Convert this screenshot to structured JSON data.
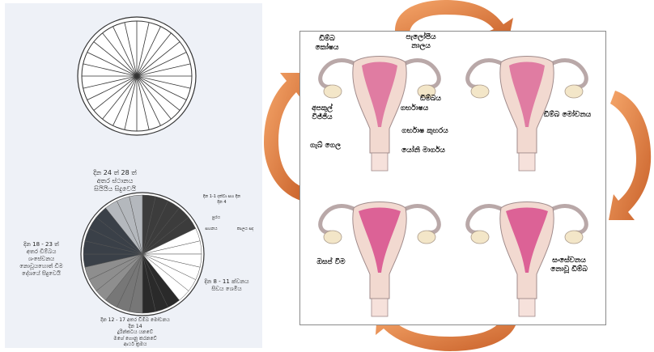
{
  "colors": {
    "panel_bg": "#eef1f7",
    "arrow": "#e07b3a",
    "tissue": "#f2d9d0",
    "lining": "#d9548f"
  },
  "left_panel": {
    "wheel_top": {
      "segments": 28
    },
    "wheel_bottom": {
      "segments": 28,
      "labels": {
        "top": "දින 24 ත් 28 ත්\nඅතර ස්ථානය\nසියියිය සිදුවෙයි",
        "right_top": "දින 1-1 දක්වා සහ දින\nදින 4",
        "right_1": "පුරය",
        "right_2": "සහනය",
        "right_3": "කාලය සද",
        "left": "දින 18 - 23 ත්\nඅතර ඩිම්බය\nශංසේචනය\nනොවූයහොත් ඩිම\nදේශයේ සිදුවෙයි",
        "right_bottom": "දින 8 - 11 ක්වනය\nසිඩය ශෙමිය",
        "bottom": "දින 12 - 17 අතර ඩිම්බ මෝචනය\nදින 14\nදුරින්කටය යනවේ\nමශේ ගොනු කරනවේ\nආර්ථ ක්‍රමය"
      }
    }
  },
  "right_panel": {
    "labels": {
      "ovarian_follicle": "ඩිම්බ\nකෝෂය",
      "fallopian_tube": "පැලෝපීය\nනාලය",
      "ovum": "ඩිම්බය",
      "uterus": "ගර්භාෂය",
      "corpus_luteum": "අපකුල්\nවිජ්ජිය",
      "endometrium": "ගර්භාෂ කුහරය",
      "cervix": "ගැබ් ගෙල",
      "vagina": "යෝනි මාර්ගය",
      "ovulation": "ඩිම්බ මෝචනය",
      "menstruation": "ඔසප් වීම",
      "fertilization": "සංසේචනය\nනොවූ ඩිම්බ"
    }
  }
}
